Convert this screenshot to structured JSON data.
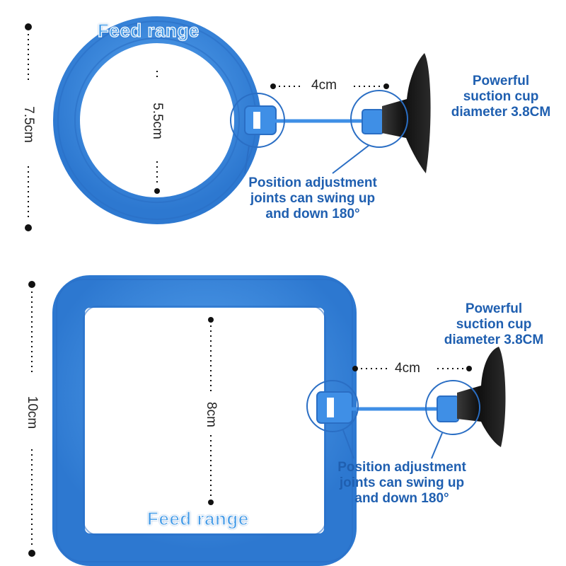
{
  "round_feeder": {
    "feed_label": "Feed range",
    "outer_dimension": "7.5cm",
    "inner_dimension": "5.5cm",
    "arm_length": "4cm",
    "suction_label": [
      "Powerful",
      "suction cup",
      "diameter 3.8CM"
    ],
    "joint_label": [
      "Position adjustment",
      "joints can swing up",
      "and down 180°"
    ]
  },
  "square_feeder": {
    "feed_label": "Feed range",
    "outer_dimension": "10cm",
    "inner_dimension": "8cm",
    "arm_length": "4cm",
    "suction_label": [
      "Powerful",
      "suction cup",
      "diameter 3.8CM"
    ],
    "joint_label": [
      "Position adjustment",
      "joints can swing up",
      "and down 180°"
    ]
  },
  "colors": {
    "ring_blue": "#3f8fe6",
    "ring_dark": "#2c73c9",
    "cup_black": "#1c1c1c",
    "label_blue": "#1f5fb0"
  }
}
